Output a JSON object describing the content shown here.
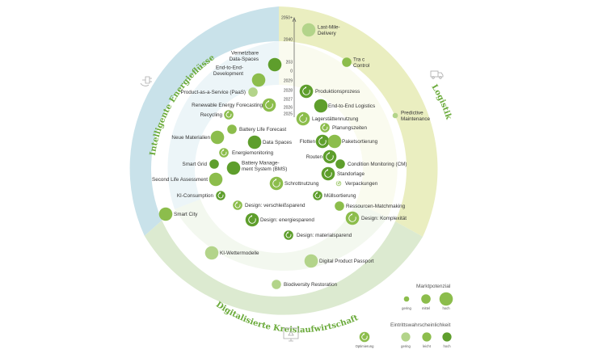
{
  "sectors": {
    "energy": "Intelligente Energieflüsse",
    "logistics": "Logistik",
    "circular": "Digitalisierte Kreislaufwirtschaft"
  },
  "axis": {
    "ticks": [
      "2050+",
      "2040",
      "203",
      "0",
      "2029",
      "2028",
      "2027",
      "2026",
      "2025"
    ]
  },
  "colors": {
    "energy_band": "#c9e2ea",
    "logistics_band": "#eaeec0",
    "circular_band": "#dcead0",
    "dark_green": "#5e9e2c",
    "mid_green": "#8cbd4c",
    "light_green": "#b3d48a",
    "sector_text": "#6aaa3a"
  },
  "items": [
    {
      "label": "Last-Mile-\nDelivery",
      "size": "hoch",
      "prob": "leicht",
      "opt": false
    },
    {
      "label": "Tra c\nControl",
      "size": "mittel",
      "prob": "mittel",
      "opt": false
    },
    {
      "label": "Predictive\nMaintenance",
      "size": "gering",
      "prob": "leicht",
      "opt": false
    },
    {
      "label": "Vernetzbare\nData-Spaces",
      "size": "hoch",
      "prob": "hoch",
      "opt": false
    },
    {
      "label": "End-to-End-\nDevelopment",
      "size": "hoch",
      "prob": "mittel",
      "opt": false
    },
    {
      "label": "Product-as-a-Service (PaaS)",
      "size": "mittel",
      "prob": "leicht",
      "opt": false
    },
    {
      "label": "Renewable Energy Forecasting",
      "size": "hoch",
      "prob": "mittel",
      "opt": true
    },
    {
      "label": "Recycling",
      "size": "mittel",
      "prob": "mittel",
      "opt": true
    },
    {
      "label": "Battery Life Forecast",
      "size": "mittel",
      "prob": "mittel",
      "opt": false
    },
    {
      "label": "Neue Materialien",
      "size": "hoch",
      "prob": "mittel",
      "opt": false
    },
    {
      "label": "Data Spaces",
      "size": "hoch",
      "prob": "hoch",
      "opt": false
    },
    {
      "label": "Energiemonitoring",
      "size": "mittel",
      "prob": "mittel",
      "opt": true
    },
    {
      "label": "Smart Grid",
      "size": "mittel",
      "prob": "hoch",
      "opt": false
    },
    {
      "label": "Battery Manage-\nment System (BMS)",
      "size": "hoch",
      "prob": "hoch",
      "opt": false
    },
    {
      "label": "Second Life Assessment",
      "size": "hoch",
      "prob": "mittel",
      "opt": false
    },
    {
      "label": "Schrottnutzung",
      "size": "hoch",
      "prob": "mittel",
      "opt": true
    },
    {
      "label": "KI-Consumption",
      "size": "mittel",
      "prob": "hoch",
      "opt": true
    },
    {
      "label": "Smart City",
      "size": "hoch",
      "prob": "mittel",
      "opt": false
    },
    {
      "label": "Design: verschleißsparend",
      "size": "mittel",
      "prob": "mittel",
      "opt": true
    },
    {
      "label": "Design: energiesparend",
      "size": "hoch",
      "prob": "hoch",
      "opt": true
    },
    {
      "label": "Design: materialsparend",
      "size": "mittel",
      "prob": "hoch",
      "opt": true
    },
    {
      "label": "Produktionsprozess",
      "size": "hoch",
      "prob": "hoch",
      "opt": true
    },
    {
      "label": "End-to-End Logistics",
      "size": "hoch",
      "prob": "hoch",
      "opt": false
    },
    {
      "label": "Lagerstättennutzung",
      "size": "hoch",
      "prob": "mittel",
      "opt": true
    },
    {
      "label": "Planungszeiten",
      "size": "mittel",
      "prob": "mittel",
      "opt": true
    },
    {
      "label": "Flotten",
      "size": "hoch",
      "prob": "hoch",
      "opt": true
    },
    {
      "label": "Paketsortierung",
      "size": "hoch",
      "prob": "mittel",
      "opt": false
    },
    {
      "label": "Routen",
      "size": "hoch",
      "prob": "hoch",
      "opt": true
    },
    {
      "label": "Condition Monitoring (CM)",
      "size": "mittel",
      "prob": "hoch",
      "opt": false
    },
    {
      "label": "Standorlage",
      "size": "hoch",
      "prob": "hoch",
      "opt": true
    },
    {
      "label": "Verpackungen",
      "size": "gering",
      "prob": "leicht",
      "opt": true
    },
    {
      "label": "Müllsortierung",
      "size": "mittel",
      "prob": "hoch",
      "opt": true
    },
    {
      "label": "Ressourcen-Matchmaking",
      "size": "mittel",
      "prob": "mittel",
      "opt": false
    },
    {
      "label": "Design: Komplexität",
      "size": "hoch",
      "prob": "mittel",
      "opt": true
    },
    {
      "label": "KI-Wettermodelle",
      "size": "hoch",
      "prob": "leicht",
      "opt": false
    },
    {
      "label": "Digital Product Passport",
      "size": "hoch",
      "prob": "leicht",
      "opt": false
    },
    {
      "label": "Biodiversity Restoration",
      "size": "mittel",
      "prob": "leicht",
      "opt": false
    }
  ],
  "legend": {
    "size_title": "Marktpotenzial",
    "size_labels": [
      "gering",
      "mittel",
      "hoch"
    ],
    "prob_title": "Eintrittswahrscheinlichkeit",
    "prob_labels": [
      "gering",
      "leicht",
      "hoch"
    ],
    "opt_label": "Optimierung"
  }
}
